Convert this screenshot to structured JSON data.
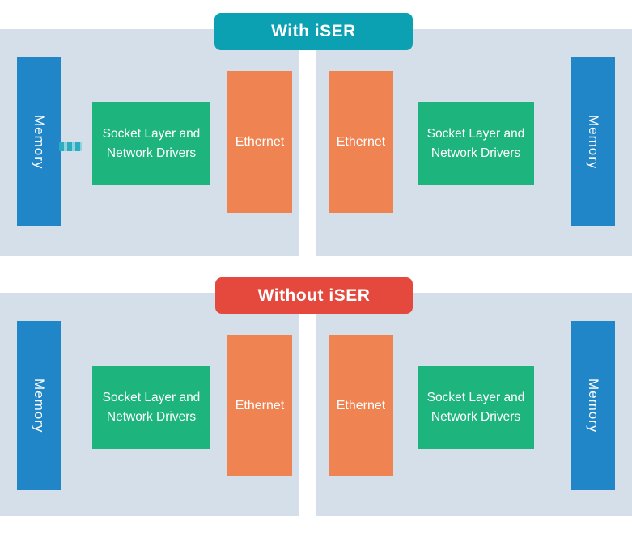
{
  "labels": {
    "memory": "Memory",
    "socket_layer": "Socket Layer and Network Drivers",
    "ethernet": "Ethernet"
  },
  "sections": [
    {
      "id": "with-iser",
      "banner_label": "With iSER",
      "banner_color": "#0BA0B2"
    },
    {
      "id": "without-iser",
      "banner_label": "Without iSER",
      "banner_color": "#E5483C"
    }
  ],
  "colors": {
    "panel_background": "#D4DFE9",
    "memory_block": "#2086C8",
    "socket_block": "#1DB47E",
    "ethernet_block": "#EF8352",
    "connector_dark": "#2CACC0",
    "connector_light": "#8ED2DC",
    "label_text": "#FFFFFF"
  }
}
